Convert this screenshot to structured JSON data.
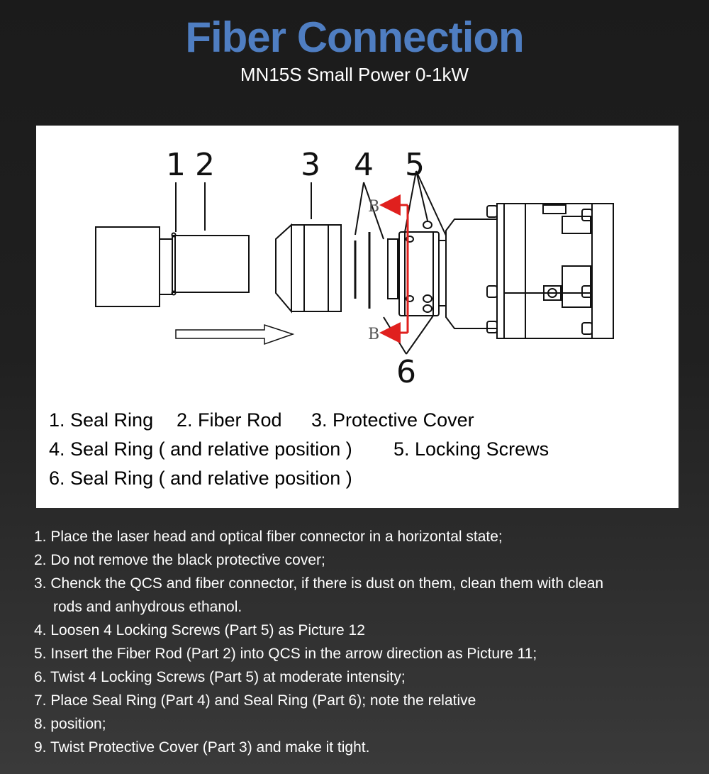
{
  "header": {
    "title": "Fiber Connection",
    "subtitle": "MN15S Small Power 0-1kW"
  },
  "colors": {
    "title": "#4f7ec2",
    "arrow_red": "#e0201e",
    "panel_bg": "#ffffff"
  },
  "diagram": {
    "part_numbers": [
      "1",
      "2",
      "3",
      "4",
      "5",
      "6"
    ],
    "section_marks": [
      "B",
      "B"
    ]
  },
  "legend": {
    "row1": [
      "1. Seal Ring",
      "2. Fiber Rod",
      "3. Protective Cover"
    ],
    "row2": [
      "4. Seal Ring ( and relative position )",
      "5. Locking Screws"
    ],
    "row3": [
      "6. Seal Ring ( and relative position )"
    ]
  },
  "steps": [
    "1. Place the laser head and optical fiber connector in a horizontal state;",
    "2. Do not remove the black protective cover;",
    "3. Chenck the QCS and fiber connector, if there is dust on them, clean them with clean",
    "rods and anhydrous ethanol.",
    "4. Loosen 4 Locking Screws (Part 5) as Picture 12",
    "5. Insert the Fiber Rod (Part 2) into QCS in the arrow direction as Picture 11;",
    "6. Twist 4 Locking Screws (Part 5) at moderate intensity;",
    "7. Place Seal Ring (Part 4) and Seal Ring (Part 6); note the relative",
    "8. position;",
    "9. Twist Protective Cover (Part 3) and make it tight."
  ]
}
